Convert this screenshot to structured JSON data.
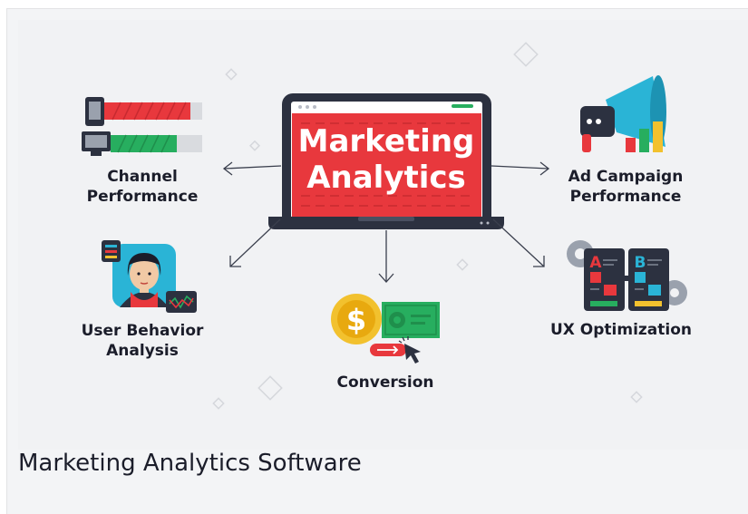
{
  "diagram": {
    "title_line1": "Marketing",
    "title_line2": "Analytics",
    "nodes": [
      {
        "id": "channel",
        "label": "Channel\nPerformance"
      },
      {
        "id": "ad",
        "label": "Ad Campaign\nPerformance"
      },
      {
        "id": "user",
        "label": "User Behavior\nAnalysis"
      },
      {
        "id": "conversion",
        "label": "Conversion"
      },
      {
        "id": "ux",
        "label": "UX Optimization"
      }
    ],
    "ab_labels": [
      "A",
      "B"
    ],
    "colors": {
      "red": "#e8383d",
      "green": "#27ae5f",
      "teal": "#2ab4d6",
      "yellow": "#f2c12e",
      "dark": "#2c3140",
      "background": "#f1f2f4"
    }
  },
  "caption": "Marketing Analytics Software"
}
